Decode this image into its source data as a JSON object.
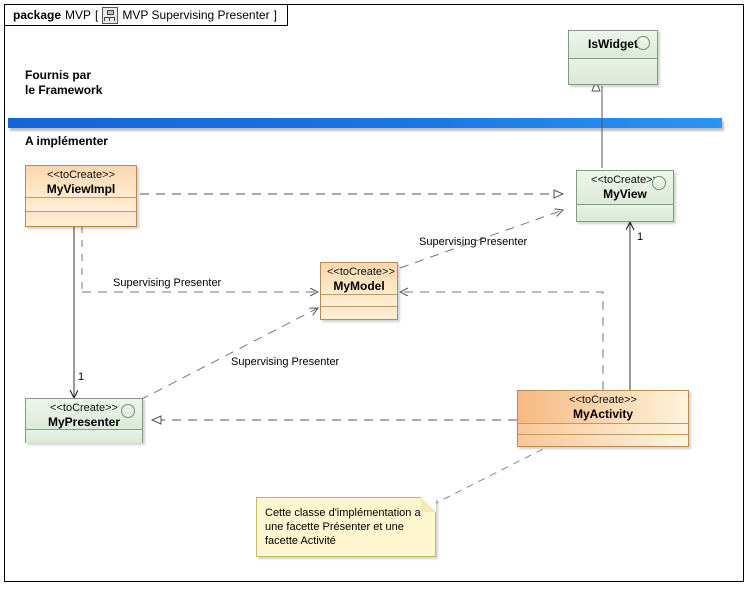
{
  "diagram": {
    "header": {
      "keyword": "package",
      "package_name": "MVP",
      "bracket_open": "[",
      "icon": "package-diagram-icon",
      "diagram_name": "MVP Supervising Presenter",
      "bracket_close": "]"
    },
    "sections": [
      {
        "id": "framework",
        "label": "Fournis par\nle Framework"
      },
      {
        "id": "to-implement",
        "label": "A implémenter"
      }
    ],
    "divider_color": "#1b74e4",
    "colors": {
      "framework_fill": "#e4efe0",
      "implement_fill": "#fde2be",
      "note_fill": "#fdf6cf",
      "line": "#555555"
    },
    "nodes": [
      {
        "id": "iswidget",
        "stereotype": "",
        "name": "IsWidget",
        "kind": "interface",
        "theme": "green",
        "has_circle": true,
        "compartments": 1
      },
      {
        "id": "myview",
        "stereotype": "<<toCreate>>",
        "name": "MyView",
        "kind": "interface",
        "theme": "green",
        "has_circle": true,
        "compartments": 1
      },
      {
        "id": "myviewimpl",
        "stereotype": "<<toCreate>>",
        "name": "MyViewImpl",
        "kind": "class",
        "theme": "orange",
        "has_circle": false,
        "compartments": 2
      },
      {
        "id": "mymodel",
        "stereotype": "<<toCreate>>",
        "name": "MyModel",
        "kind": "class",
        "theme": "orange",
        "has_circle": false,
        "compartments": 2
      },
      {
        "id": "mypresenter",
        "stereotype": "<<toCreate>>",
        "name": "MyPresenter",
        "kind": "interface",
        "theme": "green",
        "has_circle": true,
        "compartments": 1
      },
      {
        "id": "myactivity",
        "stereotype": "<<toCreate>>",
        "name": "MyActivity",
        "kind": "class",
        "theme": "orange",
        "has_circle": false,
        "compartments": 2
      }
    ],
    "edge_labels": [
      {
        "id": "label-viewimpl-view",
        "text": "Supervising Presenter"
      },
      {
        "id": "label-activity-model",
        "text": "Supervising Presenter"
      },
      {
        "id": "label-presenter-model",
        "text": "Supervising Presenter"
      }
    ],
    "multiplicities": [
      {
        "id": "mult-presenter",
        "text": "1"
      },
      {
        "id": "mult-view",
        "text": "1"
      }
    ],
    "note": {
      "id": "note-myactivity",
      "text": "Cette classe d'implémentation a une facette Présenter et une facette Activité"
    }
  }
}
